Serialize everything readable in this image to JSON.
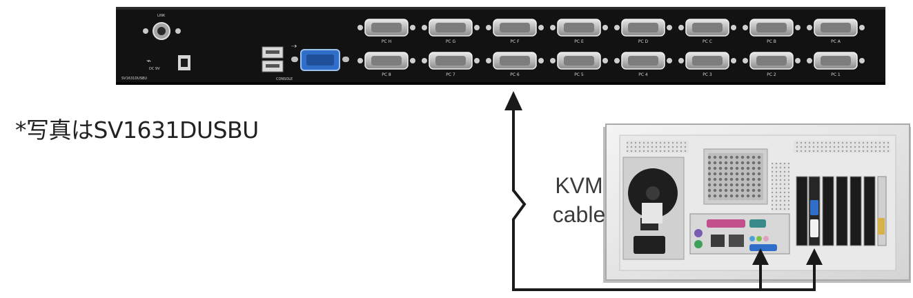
{
  "caption": "*写真はSV1631DUSBU",
  "cable_label": {
    "line1": "KVM",
    "line2": "cable"
  },
  "switch": {
    "top_ports": [
      "PC H",
      "PC G",
      "PC F",
      "PC E",
      "PC D",
      "PC C",
      "PC B",
      "PC A"
    ],
    "bottom_ports": [
      "PC 8",
      "PC 7",
      "PC 6",
      "PC 5",
      "PC 4",
      "PC 3",
      "PC 2",
      "PC 1"
    ],
    "console_label": "CONSOLE",
    "model_label": "SV1631DUSBU",
    "power_label": "DC 9V",
    "link_label": "LINK"
  },
  "colors": {
    "chassis": "#121212",
    "vga_port": "#2f6fc9",
    "arrow": "#1a1a1a"
  }
}
